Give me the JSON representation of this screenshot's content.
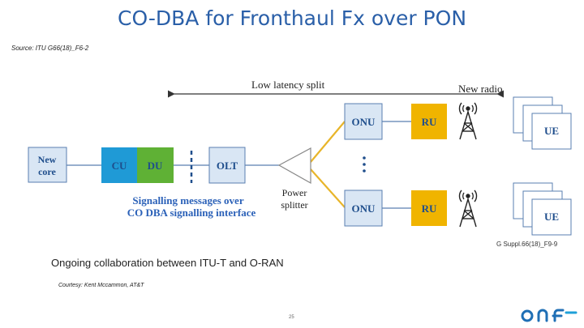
{
  "slide": {
    "title": "CO-DBA for Fronthaul Fx over PON",
    "source": "Source: ITU G66(18)_F6-2",
    "caption": "Ongoing collaboration between ITU-T and O-RAN",
    "courtesy": "Courtesy: Kent Mccammon, AT&T",
    "page_number": "25",
    "logo_text": "onf"
  },
  "diagram": {
    "low_latency_label": "Low latency split",
    "new_radio_label": "New radio",
    "new_core_line1": "New",
    "new_core_line2": "core",
    "cu_label": "CU",
    "du_label": "DU",
    "olt_label": "OLT",
    "splitter_line1": "Power",
    "splitter_line2": "splitter",
    "signalling_line1": "Signalling messages over",
    "signalling_line2": "CO DBA signalling interface",
    "onu_top": "ONU",
    "onu_bottom": "ONU",
    "ru_top": "RU",
    "ru_bottom": "RU",
    "ue_top": "UE",
    "ue_bottom": "UE",
    "figure_ref": "G Suppl.66(18)_F9-9",
    "colors": {
      "title": "#2a5fa8",
      "box_fill": "#d9e6f4",
      "box_stroke": "#5a7fb0",
      "cu_fill": "#1f9ad6",
      "du_fill": "#5fb135",
      "ru_fill": "#f0b400",
      "label_dark": "#1f4e8c",
      "signal_text": "#2b61b8",
      "fiber": "#e8b52a"
    }
  }
}
